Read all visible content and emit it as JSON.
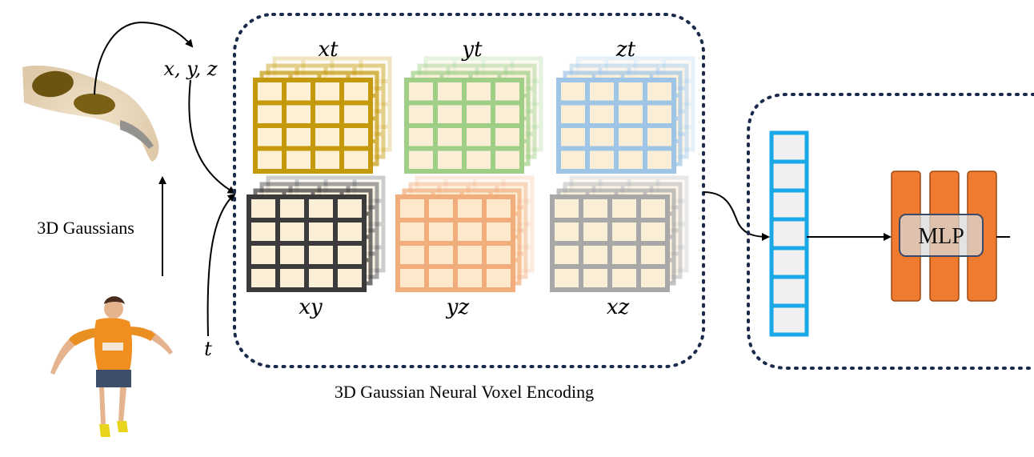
{
  "input": {
    "gaussians_label": "3D Gaussians",
    "coords_label": "x, y, z",
    "time_label": "t"
  },
  "encoder": {
    "caption": "3D Gaussian Neural Voxel Encoding",
    "planes": [
      {
        "label": "xt",
        "color": "#c49a0c",
        "fill": "#fdf0d5"
      },
      {
        "label": "yt",
        "color": "#9fcf86",
        "fill": "#fbeed6"
      },
      {
        "label": "zt",
        "color": "#9ec4e6",
        "fill": "#fbeed6"
      },
      {
        "label": "xy",
        "color": "#3b3b3b",
        "fill": "#fbeed6"
      },
      {
        "label": "yz",
        "color": "#f2ad7c",
        "fill": "#fde8cc"
      },
      {
        "label": "xz",
        "color": "#a8a8a8",
        "fill": "#fbeed6"
      }
    ]
  },
  "decoder": {
    "mlp_label": "MLP",
    "feature_color": "#1aa8e8",
    "mlp_color": "#ee7b2f"
  }
}
